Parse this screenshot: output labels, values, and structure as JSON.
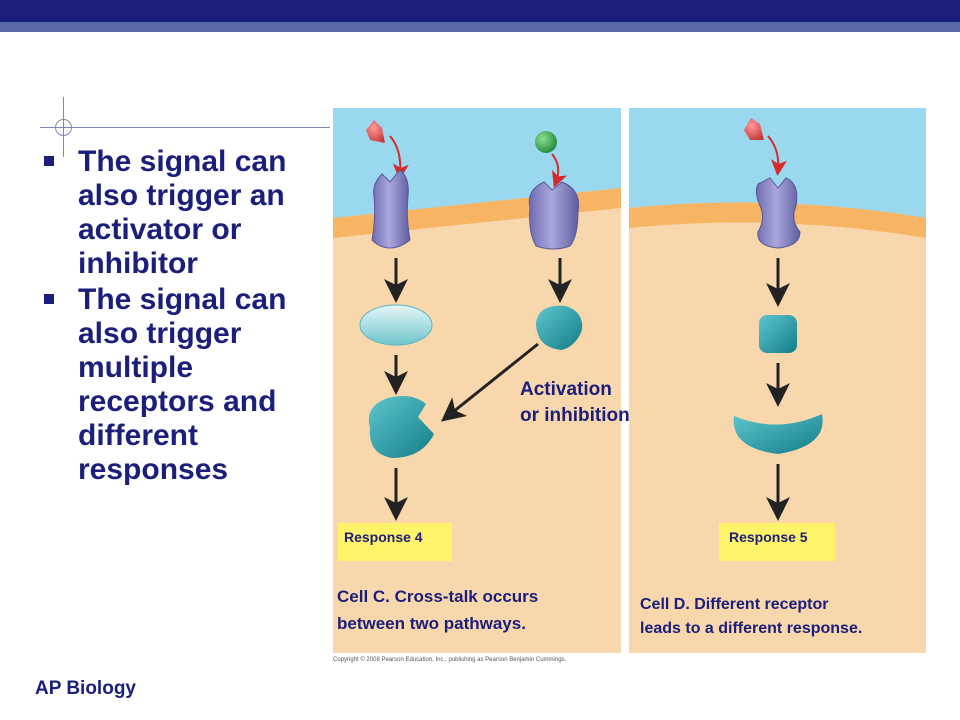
{
  "slide": {
    "bullets": [
      {
        "text": "The signal can also trigger an activator or inhibitor"
      },
      {
        "text": "The signal can also trigger multiple receptors and different responses"
      }
    ],
    "footer": "AP Biology"
  },
  "figure": {
    "activation_label_line1": "Activation",
    "activation_label_line2": "or inhibition",
    "response_4": "Response 4",
    "response_5": "Response 5",
    "caption_c_line1": "Cell C. Cross-talk occurs",
    "caption_c_line2": "between two pathways.",
    "caption_d_line1": "Cell D. Different receptor",
    "caption_d_line2": "leads to a different response.",
    "copyright": "Copyright © 2008 Pearson Education, Inc., publishing as Pearson Benjamin Cummings."
  },
  "colors": {
    "title_navy": "#1b1e7a",
    "sky": "#9ad8f0",
    "membrane": "#f7b563",
    "cytoplasm": "#f8d7ad",
    "receptor": "#8a87c4",
    "protein_teal": "#1f9aa6",
    "response_box": "#fff36a",
    "signal_red": "#e45a5a",
    "signal_green": "#2fa84f"
  }
}
